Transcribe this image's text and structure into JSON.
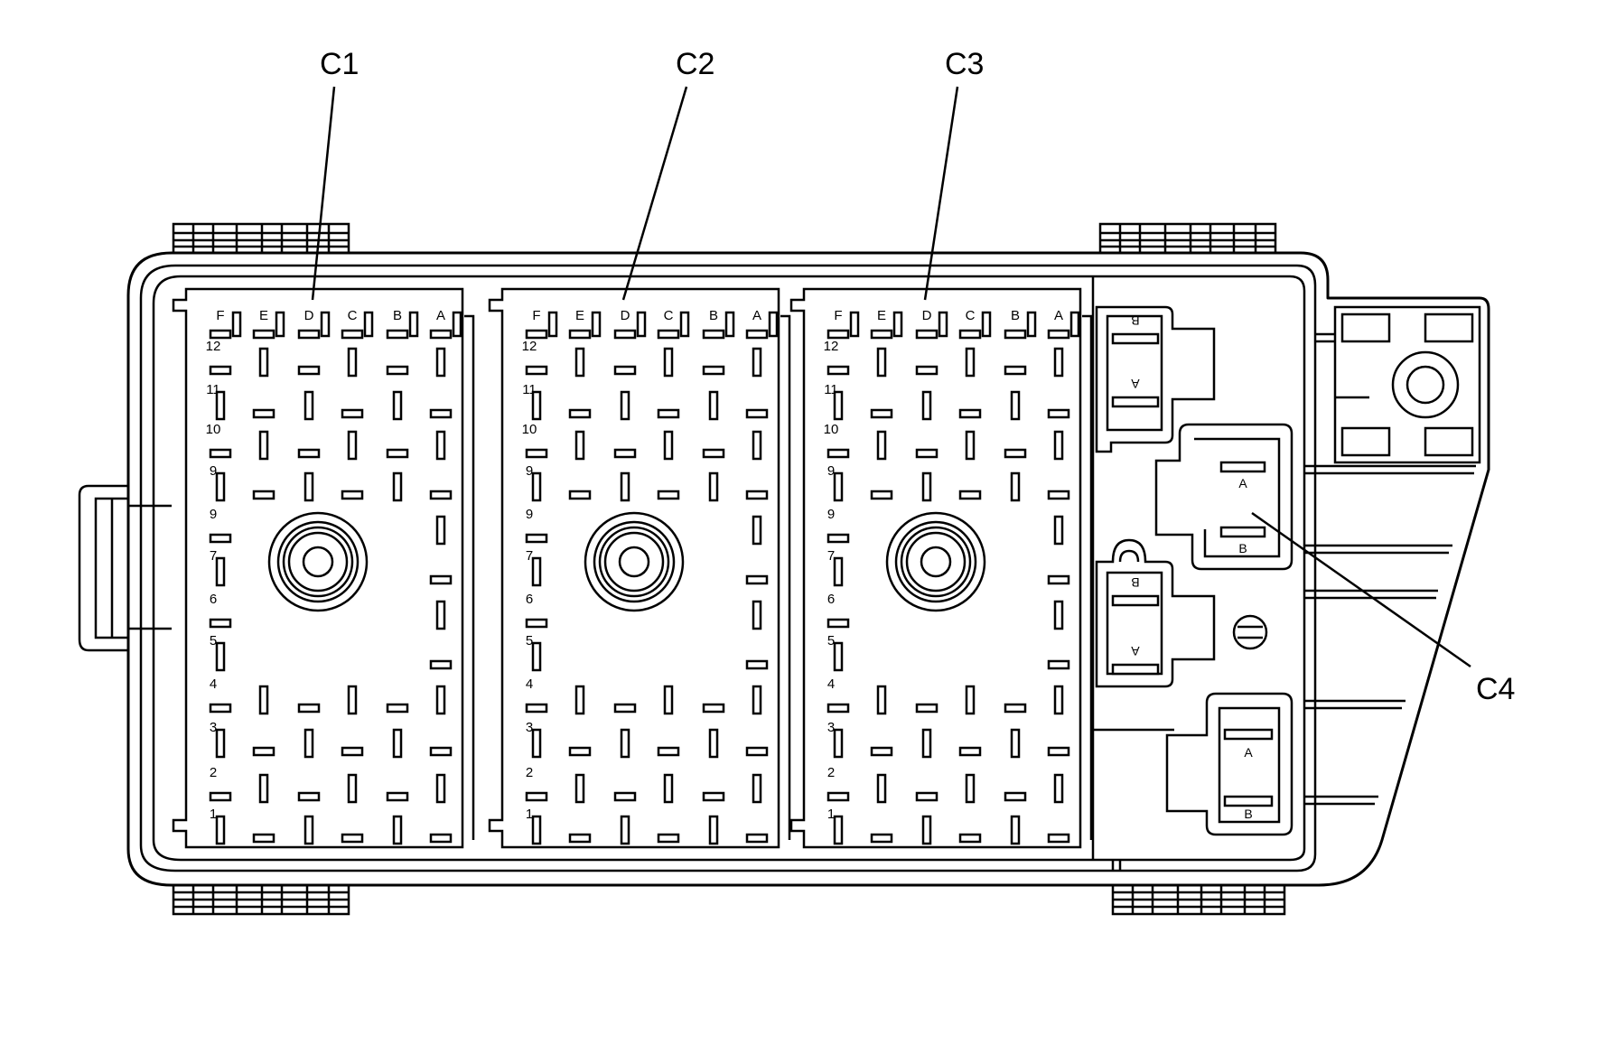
{
  "callouts": {
    "c1": "C1",
    "c2": "C2",
    "c3": "C3",
    "c4": "C4"
  },
  "column_labels": [
    "F",
    "E",
    "D",
    "C",
    "B",
    "A"
  ],
  "row_labels": [
    "12",
    "11",
    "10",
    "9",
    "9",
    "7",
    "6",
    "5",
    "4",
    "3",
    "2",
    "1"
  ],
  "side_connector_labels": {
    "upper_left_top": "B",
    "upper_left_bottom": "A",
    "middle_right_top": "A",
    "middle_right_bottom": "B",
    "lower_left_top": "B",
    "lower_left_bottom": "A",
    "bottom_right_top": "A",
    "bottom_right_bottom": "B"
  }
}
